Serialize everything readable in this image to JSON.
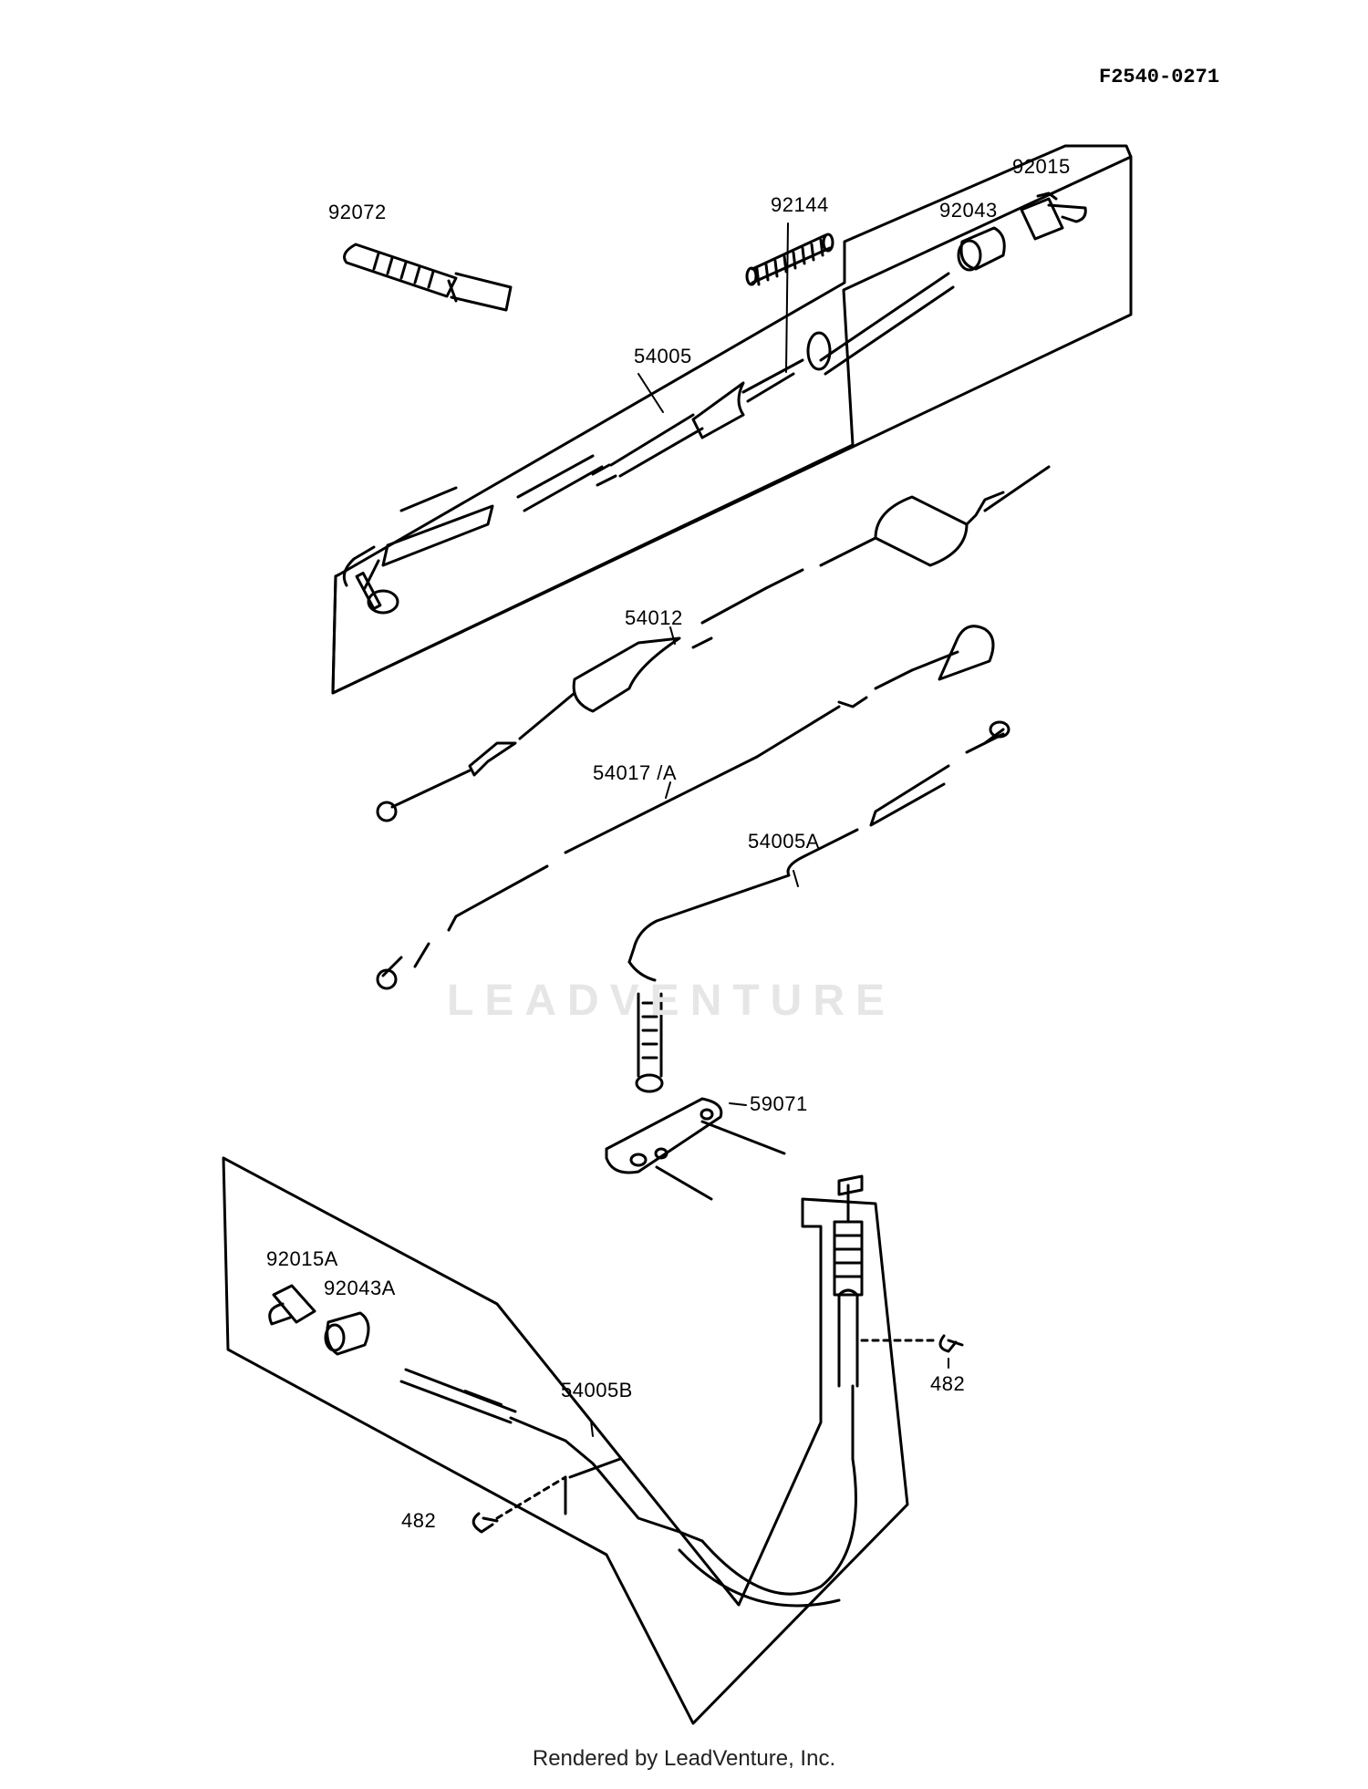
{
  "diagram": {
    "reference_code": "F2540-0271",
    "watermark": "LEADVENTURE",
    "footer": "Rendered by LeadVenture, Inc.",
    "parts": [
      {
        "id": "92072",
        "label": "92072"
      },
      {
        "id": "92144",
        "label": "92144"
      },
      {
        "id": "92043",
        "label": "92043"
      },
      {
        "id": "92015",
        "label": "92015"
      },
      {
        "id": "54005",
        "label": "54005"
      },
      {
        "id": "54012",
        "label": "54012"
      },
      {
        "id": "54017A",
        "label": "54017 /A"
      },
      {
        "id": "54005A",
        "label": "54005A"
      },
      {
        "id": "59071",
        "label": "59071"
      },
      {
        "id": "92015A",
        "label": "92015A"
      },
      {
        "id": "92043A",
        "label": "92043A"
      },
      {
        "id": "54005B",
        "label": "54005B"
      },
      {
        "id": "482a",
        "label": "482"
      },
      {
        "id": "482b",
        "label": "482"
      }
    ]
  }
}
